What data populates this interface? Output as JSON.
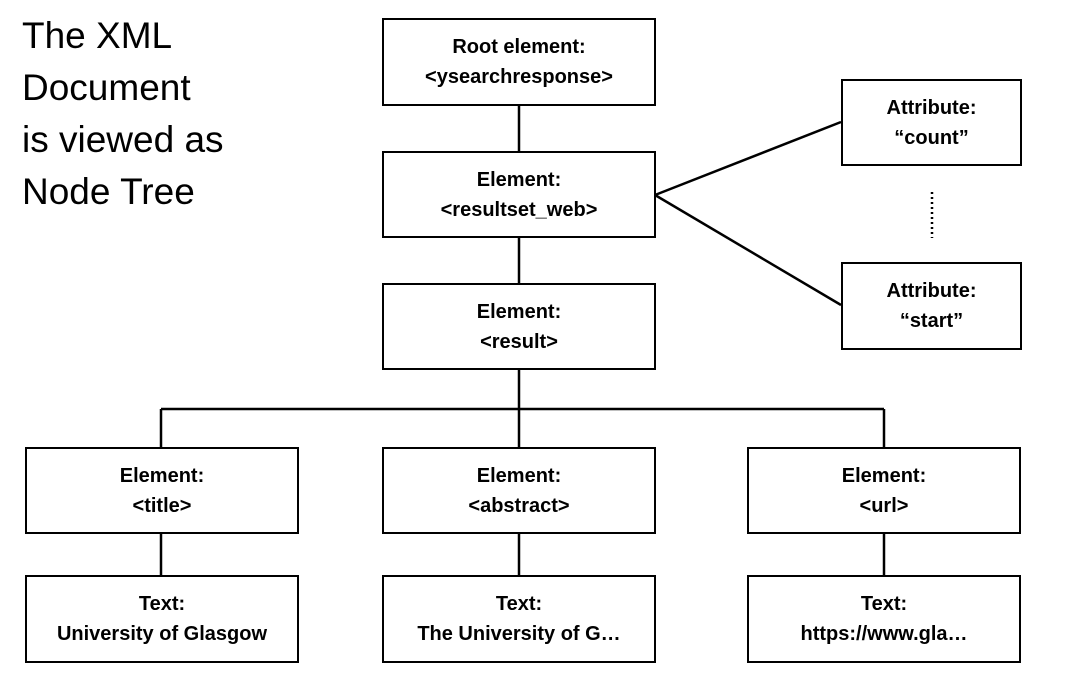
{
  "heading": [
    "The XML",
    "Document",
    "is viewed as",
    "Node Tree"
  ],
  "nodes": {
    "root": {
      "line1": "Root element:",
      "line2": "<ysearchresponse>"
    },
    "resultset": {
      "line1": "Element:",
      "line2": "<resultset_web>"
    },
    "attr_count": {
      "line1": "Attribute:",
      "line2": "“count”"
    },
    "attr_start": {
      "line1": "Attribute:",
      "line2": "“start”"
    },
    "result": {
      "line1": "Element:",
      "line2": "<result>"
    },
    "title": {
      "line1": "Element:",
      "line2": "<title>"
    },
    "abstract": {
      "line1": "Element:",
      "line2": "<abstract>"
    },
    "url": {
      "line1": "Element:",
      "line2": "<url>"
    },
    "text_title": {
      "line1": "Text:",
      "line2": "University of Glasgow"
    },
    "text_abstract": {
      "line1": "Text:",
      "line2": "The University of G…"
    },
    "text_url": {
      "line1": "Text:",
      "line2": "https://www.gla…"
    }
  }
}
